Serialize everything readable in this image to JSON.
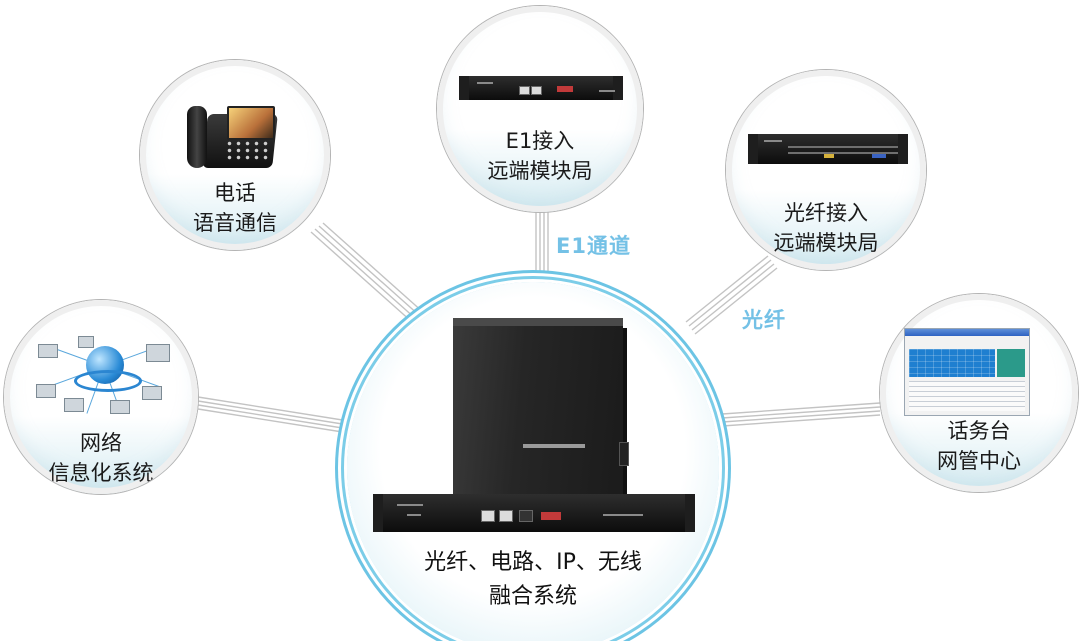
{
  "center": {
    "line1": "光纤、电路、IP、无线",
    "line2": "融合系统"
  },
  "nodes": {
    "phone": {
      "line1": "电话",
      "line2": "语音通信"
    },
    "e1": {
      "line1": "E1接入",
      "line2": "远端模块局"
    },
    "fiber": {
      "line1": "光纤接入",
      "line2": "远端模块局"
    },
    "network": {
      "line1": "网络",
      "line2": "信息化系统"
    },
    "console": {
      "line1": "话务台",
      "line2": "网管中心"
    }
  },
  "link_labels": {
    "e1": "E1通道",
    "fiber": "光纤"
  },
  "colors": {
    "link_label": "#74c1e6",
    "center_ring": "#6cc4e4",
    "node_border": "#b4b4b4"
  }
}
